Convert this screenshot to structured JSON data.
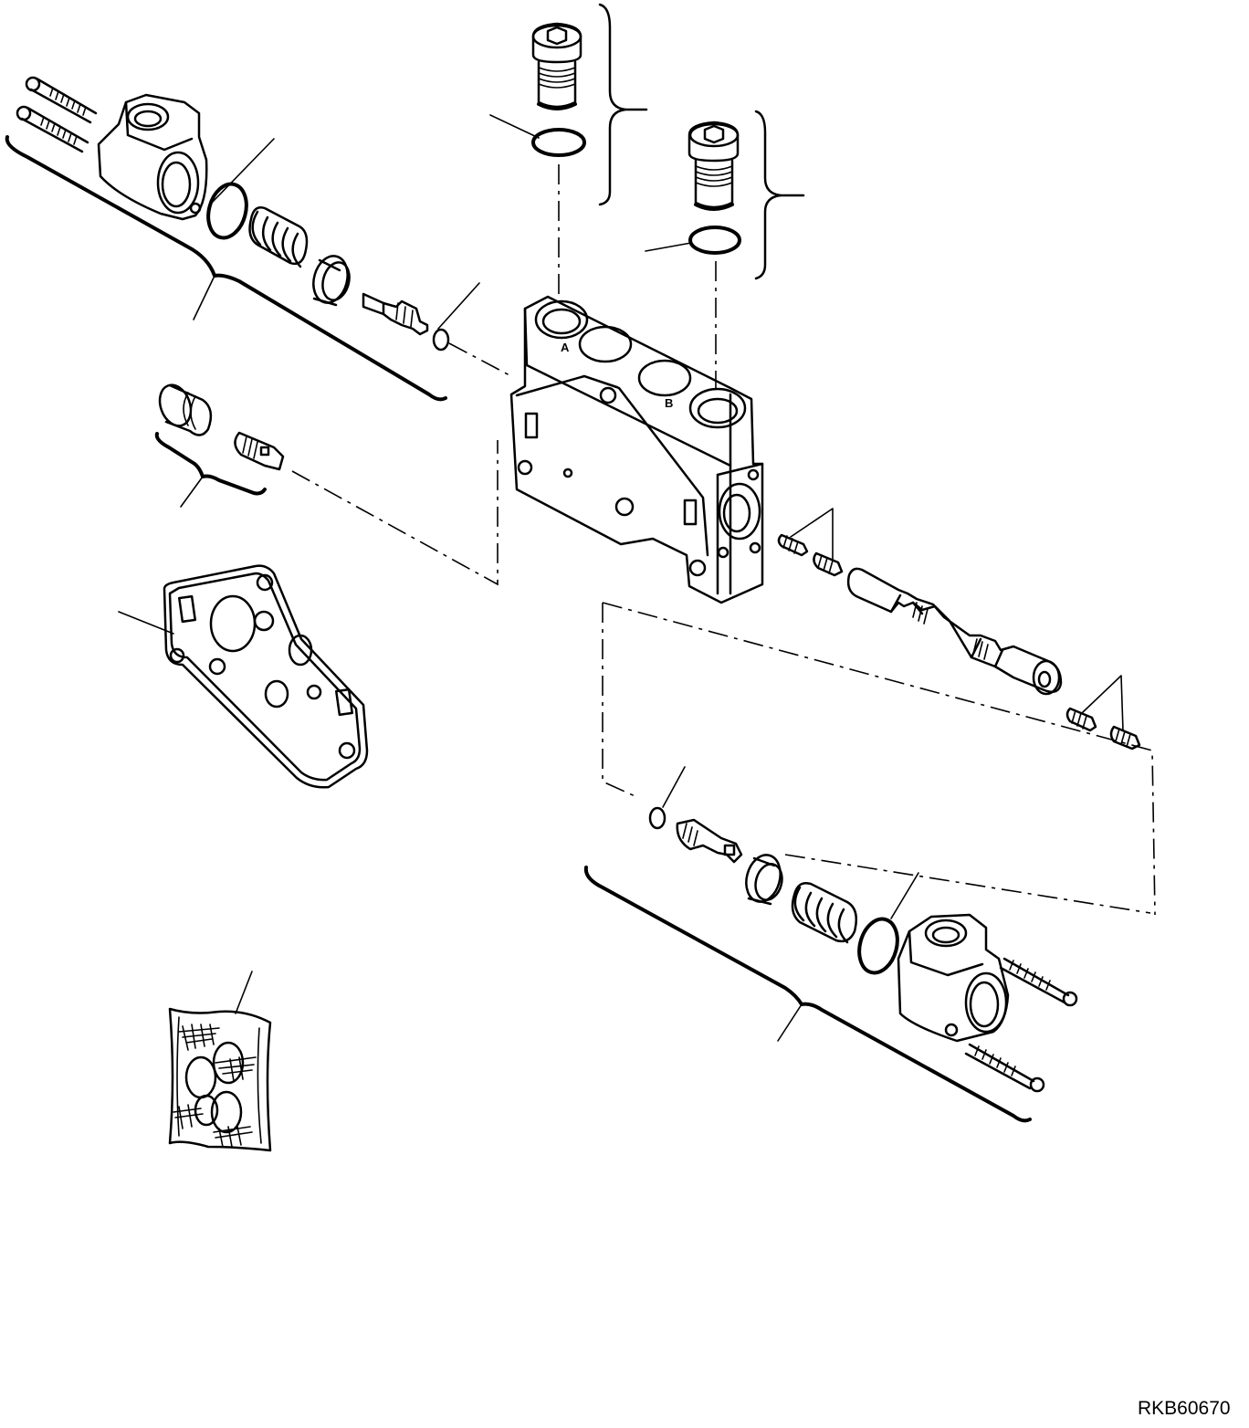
{
  "drawing": {
    "reference_code": "RKB60670",
    "port_labels": {
      "a": "A",
      "b": "B"
    }
  },
  "colors": {
    "ink": "#000000",
    "paper": "#ffffff"
  }
}
